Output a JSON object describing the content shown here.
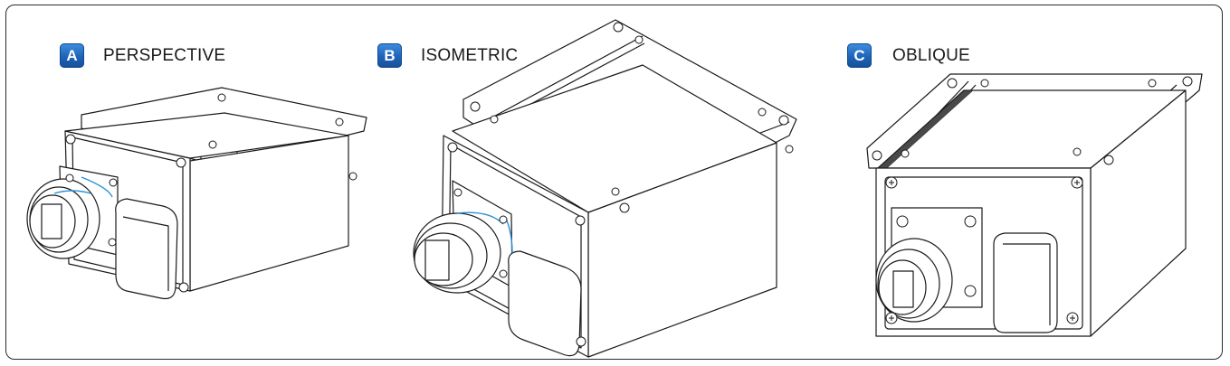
{
  "panels": [
    {
      "letter": "A",
      "title": "PERSPECTIVE"
    },
    {
      "letter": "B",
      "title": "ISOMETRIC"
    },
    {
      "letter": "C",
      "title": "OBLIQUE"
    }
  ],
  "colors": {
    "badge": "#1f63b8",
    "outline": "#1a1a1a",
    "highlight": "#2a8fd6"
  },
  "icons": [
    "enclosure-drawing",
    "circular-connector-icon",
    "screw-icon",
    "cable-gland-icon"
  ]
}
